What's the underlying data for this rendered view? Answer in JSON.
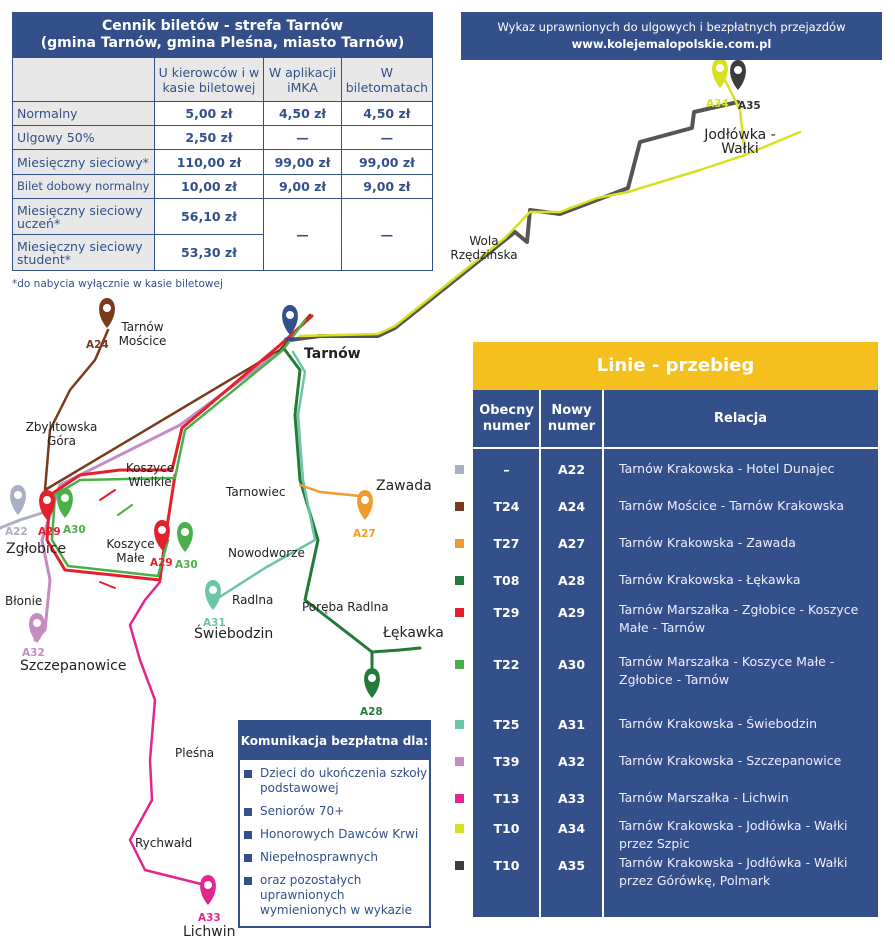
{
  "price_table": {
    "title_line1": "Cennik biletów - strefa Tarnów",
    "title_line2": "(gmina Tarnów, gmina Pleśna, miasto Tarnów)",
    "columns": [
      "U kierowców i w kasie biletowej",
      "W aplikacji iMKA",
      "W biletomatach"
    ],
    "rows": [
      {
        "label": "Normalny",
        "values": [
          "5,00 zł",
          "4,50 zł",
          "4,50 zł"
        ]
      },
      {
        "label": "Ulgowy 50%",
        "values": [
          "2,50 zł",
          "—",
          "—"
        ]
      },
      {
        "label": "Miesięczny sieciowy*",
        "values": [
          "110,00 zł",
          "99,00 zł",
          "99,00 zł"
        ]
      },
      {
        "label": "Bilet dobowy normalny",
        "values": [
          "10,00 zł",
          "9,00 zł",
          "9,00 zł"
        ]
      },
      {
        "label": "Miesięczny sieciowy uczeń*",
        "values": [
          "56,10 zł",
          "—",
          "—"
        ]
      },
      {
        "label": "Miesięczny sieciowy student*",
        "values": [
          "53,30 zł"
        ]
      }
    ],
    "footnote": "*do nabycia wyłącznie w kasie biletowej"
  },
  "top_box": {
    "line1": "Wykaz uprawnionych do ulgowych i bezpłatnych przejazdów",
    "link": "www.kolejemalopolskie.com.pl"
  },
  "lines_table": {
    "title": "Linie - przebieg",
    "headers": [
      "Obecny numer",
      "Nowy numer",
      "Relacja"
    ],
    "rows": [
      {
        "old": "–",
        "new": "A22",
        "route": "Tarnów Krakowska - Hotel Dunajec",
        "color": "#aab0c4"
      },
      {
        "old": "T24",
        "new": "A24",
        "route": "Tarnów Mościce - Tarnów Krakowska",
        "color": "#7a3a1e"
      },
      {
        "old": "T27",
        "new": "A27",
        "route": "Tarnów Krakowska - Zawada",
        "color": "#f39a2c"
      },
      {
        "old": "T08",
        "new": "A28",
        "route": "Tarnów Krakowska - Łękawka",
        "color": "#237a3a"
      },
      {
        "old": "T29",
        "new": "A29",
        "route": "Tarnów Marszałka - Zgłobice - Koszyce Małe - Tarnów",
        "color": "#e3202b"
      },
      {
        "old": "T22",
        "new": "A30",
        "route": "Tarnów Marszałka - Koszyce Małe - Zgłobice - Tarnów",
        "color": "#4bb04a"
      },
      {
        "old": "T25",
        "new": "A31",
        "route": "Tarnów Krakowska - Świebodzin",
        "color": "#6cc5a8"
      },
      {
        "old": "T39",
        "new": "A32",
        "route": "Tarnów Krakowska - Szczepanowice",
        "color": "#c48cc0"
      },
      {
        "old": "T13",
        "new": "A33",
        "route": "Tarnów Marszałka - Lichwin",
        "color": "#e2268e"
      },
      {
        "old": "T10",
        "new": "A34",
        "route": "Tarnów Krakowska - Jodłówka - Wałki przez Szpic",
        "color": "#d7e021"
      },
      {
        "old": "T10",
        "new": "A35",
        "route": "Tarnów Krakowska - Jodłówka - Wałki przez Górówkę, Polmark",
        "color": "#3c3c3c"
      }
    ]
  },
  "info_box": {
    "title": "Komunikacja bezpłatna dla:",
    "items": [
      "Dzieci do ukończenia szkoły podstawowej",
      "Seniorów 70+",
      "Honorowych Dawców Krwi",
      "Niepełnosprawnych",
      "oraz pozostałych uprawnionych wymienionych w wykazie"
    ]
  },
  "map": {
    "places": {
      "tarnow": "Tarnów",
      "moscice": "Tarnów Mościce",
      "zbylitowska": "Zbylitowska Góra",
      "koszyce_w": "Koszyce Wielkie",
      "koszyce_m": "Koszyce Małe",
      "zglobice": "Zgłobice",
      "blonie": "Błonie",
      "szczepanowice": "Szczepanowice",
      "tarnowiec": "Tarnowiec",
      "zawada": "Zawada",
      "nowodworze": "Nowodworze",
      "radlna": "Radlna",
      "swiebodzin": "Świebodzin",
      "poreba": "Poręba Radlna",
      "lekawka": "Łękawka",
      "plesna": "Pleśna",
      "rychwald": "Rychwałd",
      "lichwin": "Lichwin",
      "wola": "Wola Rzędzińska",
      "jodlowka": "Jodłówka - Wałki"
    },
    "codes": [
      "A22",
      "A24",
      "A27",
      "A28",
      "A29",
      "A30",
      "A31",
      "A32",
      "A33",
      "A34",
      "A35",
      "A29",
      "A30"
    ]
  }
}
